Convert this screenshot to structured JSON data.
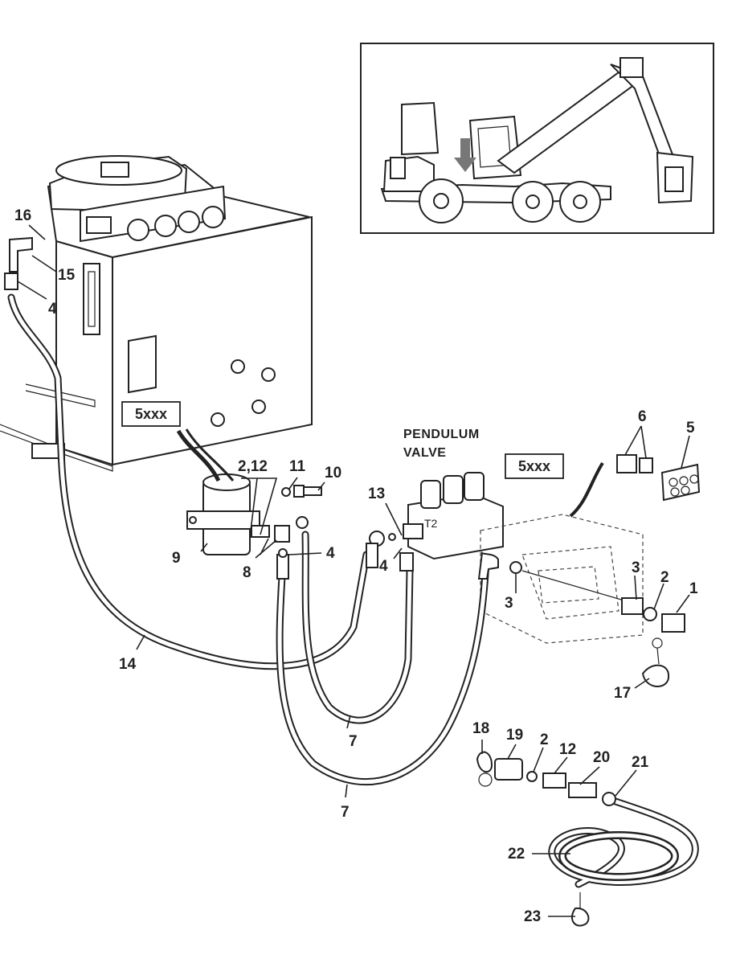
{
  "labels": {
    "caption_pendulum_line1": "PENDULUM",
    "caption_pendulum_line2": "VALVE",
    "box_sensor_left": "5xxx",
    "box_sensor_right": "5xxx",
    "callouts": {
      "c1": "1",
      "c2a": "2",
      "c2b": "2",
      "c2_12": "2,12",
      "c3a": "3",
      "c3b": "3",
      "c4a": "4",
      "c4b": "4",
      "c4c": "4",
      "c5": "5",
      "c6": "6",
      "c7a": "7",
      "c7b": "7",
      "c8": "8",
      "c9": "9",
      "c10": "10",
      "c11": "11",
      "c12": "12",
      "c13": "13",
      "c14": "14",
      "c15": "15",
      "c16": "16",
      "c17": "17",
      "c18": "18",
      "c19": "19",
      "c20": "20",
      "c21": "21",
      "c22": "22",
      "c23": "23",
      "t2": "T2"
    }
  }
}
